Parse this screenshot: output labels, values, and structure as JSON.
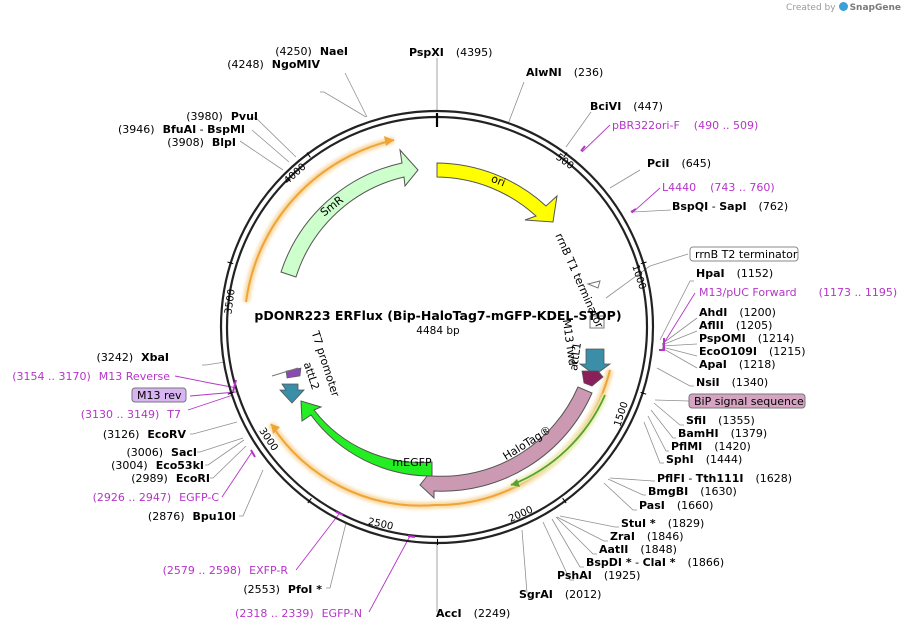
{
  "credit": {
    "prefix": "Created by",
    "brand": "SnapGene"
  },
  "plasmid": {
    "name": "pDONR223 ERFlux (Bip-HaloTag7-mGFP-KDEL-STOP)",
    "size": "4484 bp"
  },
  "ticks": [
    "500",
    "1000",
    "1500",
    "2000",
    "2500",
    "3000",
    "3500",
    "4000"
  ],
  "features": {
    "ori": "ori",
    "smr": "SmR",
    "rrnb_t1": "rrnB T1 terminator",
    "m13_fwd": "M13 fwd",
    "attl1": "attL1",
    "halotag": "HaloTag®",
    "megfp": "mEGFP",
    "attl2": "attL2",
    "t7": "T7 promoter"
  },
  "boxed": {
    "rrnb_t2": "rrnB T2 terminator",
    "bip": "BiP signal sequence",
    "m13rev": "M13 rev"
  },
  "right_sites": [
    {
      "name": "PspXI",
      "pos": "(4395)"
    },
    {
      "name": "AlwNI",
      "pos": "(236)"
    },
    {
      "name": "BciVI",
      "pos": "(447)"
    },
    {
      "name": "PciI",
      "pos": "(645)"
    },
    {
      "name": "BspQI",
      "sep": " - ",
      "name2": "SapI",
      "pos": "(762)"
    },
    {
      "name": "HpaI",
      "pos": "(1152)"
    },
    {
      "name": "AhdI",
      "pos": "(1200)"
    },
    {
      "name": "AflII",
      "pos": "(1205)"
    },
    {
      "name": "PspOMI",
      "pos": "(1214)"
    },
    {
      "name": "EcoO109I",
      "pos": "(1215)"
    },
    {
      "name": "ApaI",
      "pos": "(1218)"
    },
    {
      "name": "NsiI",
      "pos": "(1340)"
    },
    {
      "name": "SfiI",
      "pos": "(1355)"
    },
    {
      "name": "BamHI",
      "pos": "(1379)"
    },
    {
      "name": "PflMI",
      "pos": "(1420)"
    },
    {
      "name": "SphI",
      "pos": "(1444)"
    },
    {
      "name": "PflFI",
      "sep": " - ",
      "name2": "Tth111I",
      "pos": "(1628)"
    },
    {
      "name": "BmgBI",
      "pos": "(1630)"
    },
    {
      "name": "PasI",
      "pos": "(1660)"
    },
    {
      "name": "StuI *",
      "pos": "(1829)"
    },
    {
      "name": "ZraI",
      "pos": "(1846)"
    },
    {
      "name": "AatII",
      "pos": "(1848)"
    },
    {
      "name": "BspDI *",
      "sep": " - ",
      "name2": "ClaI *",
      "pos": "(1866)"
    },
    {
      "name": "PshAI",
      "pos": "(1925)"
    },
    {
      "name": "SgrAI",
      "pos": "(2012)"
    },
    {
      "name": "AccI",
      "pos": "(2249)"
    }
  ],
  "left_sites": [
    {
      "pos": "(4250)",
      "name": "NaeI"
    },
    {
      "pos": "(4248)",
      "name": "NgoMIV"
    },
    {
      "pos": "(3980)",
      "name": "PvuI"
    },
    {
      "pos": "(3946)",
      "name": "BfuAI",
      "sep": " - ",
      "name2": "BspMI"
    },
    {
      "pos": "(3908)",
      "name": "BlpI"
    },
    {
      "pos": "(3242)",
      "name": "XbaI"
    },
    {
      "pos": "(3126)",
      "name": "EcoRV"
    },
    {
      "pos": "(3006)",
      "name": "SacI"
    },
    {
      "pos": "(3004)",
      "name": "Eco53kI"
    },
    {
      "pos": "(2989)",
      "name": "EcoRI"
    },
    {
      "pos": "(2876)",
      "name": "Bpu10I"
    },
    {
      "pos": "(2553)",
      "name": "PfoI *"
    }
  ],
  "primers": [
    {
      "name": "pBR322ori-F",
      "range": "(490 .. 509)"
    },
    {
      "name": "L4440",
      "range": "(743 .. 760)"
    },
    {
      "name": "M13/pUC Forward",
      "range": "(1173 .. 1195)"
    },
    {
      "name": "M13 Reverse",
      "range": "(3154 .. 3170)"
    },
    {
      "name": "T7",
      "range": "(3130 .. 3149)"
    },
    {
      "name": "EGFP-C",
      "range": "(2926 .. 2947)"
    },
    {
      "name": "EXFP-R",
      "range": "(2579 .. 2598)"
    },
    {
      "name": "EGFP-N",
      "range": "(2318 .. 2339)"
    }
  ],
  "colors": {
    "ori": "#ffff00",
    "smr": "#ccffcc",
    "megfp": "#22ee22",
    "halotag": "#cc99b2",
    "attl": "#3a8ea8",
    "m13fwd": "#8a1f5a",
    "primer": "#b535c8",
    "orange": "#f0a436"
  }
}
